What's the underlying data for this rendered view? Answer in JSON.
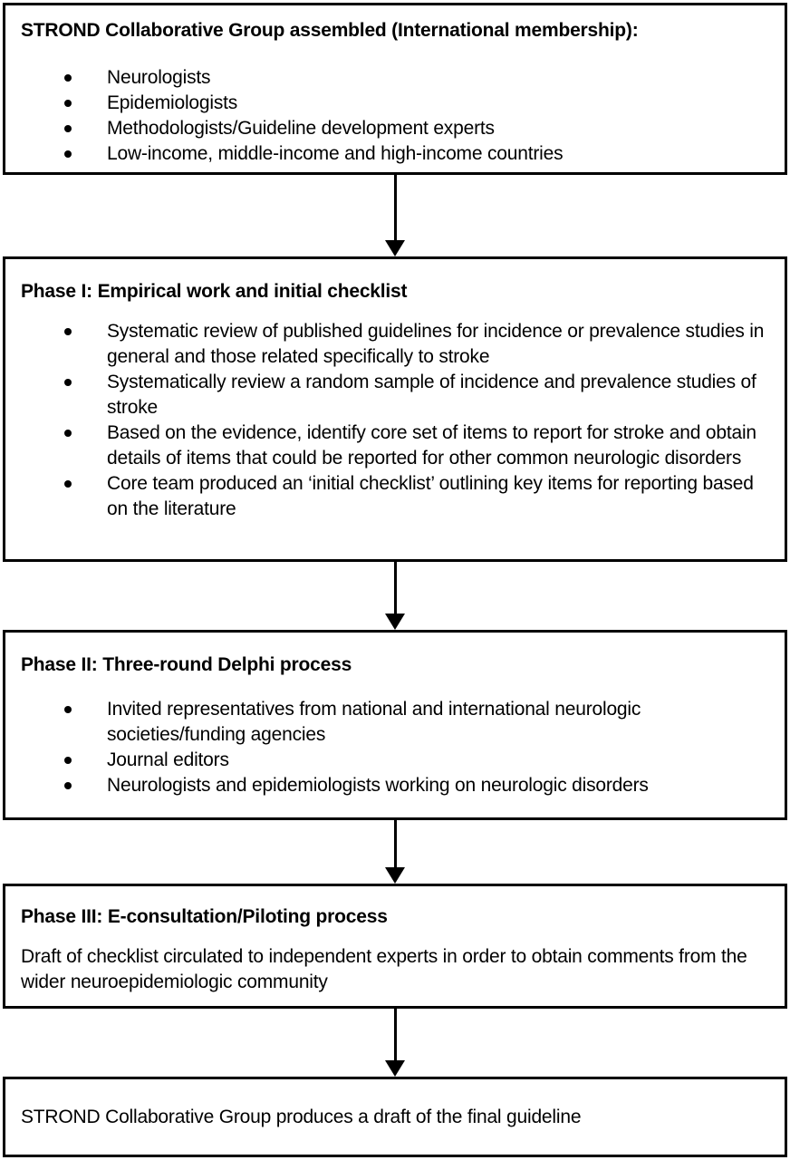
{
  "diagram": {
    "type": "flowchart",
    "direction": "top-down",
    "colors": {
      "background": "#ffffff",
      "border": "#000000",
      "text": "#000000",
      "arrow": "#000000"
    },
    "boxes": [
      {
        "title": "STROND Collaborative Group assembled (International membership):",
        "bullets": [
          "Neurologists",
          "Epidemiologists",
          "Methodologists/Guideline development experts",
          "Low-income, middle-income and high-income countries"
        ]
      },
      {
        "title": "Phase I: Empirical work and initial checklist",
        "bullets": [
          "Systematic review of published guidelines for incidence or prevalence studies in general and those related specifically to stroke",
          "Systematically review a random sample of incidence and prevalence studies of stroke",
          "Based on the evidence, identify core set of items to report for stroke and obtain details of items that could be reported for other common neurologic disorders",
          "Core team produced an ‘initial checklist’ outlining key items for reporting based on the literature"
        ]
      },
      {
        "title": "Phase II: Three-round Delphi process",
        "bullets": [
          "Invited representatives from national and international neurologic societies/funding agencies",
          "Journal editors",
          "Neurologists and epidemiologists working on neurologic disorders"
        ]
      },
      {
        "title": "Phase III: E-consultation/Piloting process",
        "body": "Draft of checklist circulated to independent experts in order to obtain comments from the wider neuroepidemiologic community"
      },
      {
        "body": "STROND Collaborative Group produces a draft of the final guideline"
      }
    ]
  }
}
